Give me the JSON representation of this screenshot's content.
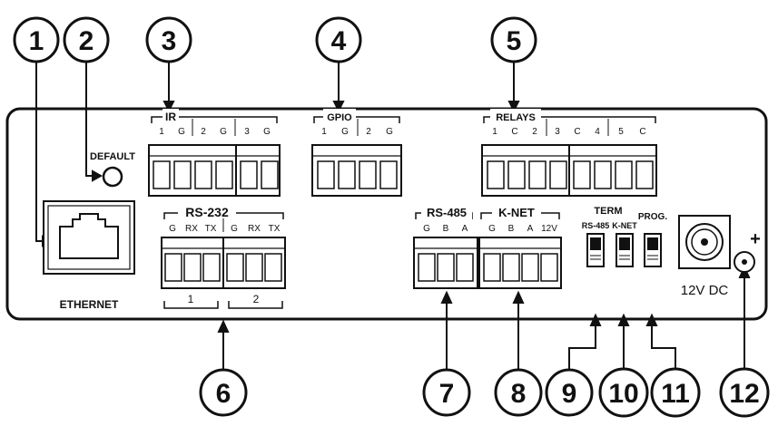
{
  "callouts": [
    "1",
    "2",
    "3",
    "4",
    "5",
    "6",
    "7",
    "8",
    "9",
    "10",
    "11",
    "12"
  ],
  "ir": {
    "title": "IR",
    "pins": [
      "1",
      "G",
      "2",
      "G",
      "3",
      "G"
    ]
  },
  "gpio": {
    "title": "GPIO",
    "pins": [
      "1",
      "G",
      "2",
      "G"
    ]
  },
  "relays": {
    "title": "RELAYS",
    "pins": [
      "1",
      "C",
      "2",
      "3",
      "C",
      "4",
      "5",
      "C"
    ]
  },
  "default_label": "DEFAULT",
  "ethernet_label": "ETHERNET",
  "rs232": {
    "title": "RS-232",
    "pins": [
      "G",
      "RX",
      "TX",
      "G",
      "RX",
      "TX"
    ],
    "ports": [
      "1",
      "2"
    ]
  },
  "rs485": {
    "title": "RS-485",
    "pins": [
      "G",
      "B",
      "A"
    ]
  },
  "knet": {
    "title": "K-NET",
    "pins": [
      "G",
      "B",
      "A",
      "12V"
    ]
  },
  "term": {
    "title": "TERM",
    "sub": [
      "RS-485",
      "K-NET"
    ]
  },
  "prog_label": "PROG.",
  "power_label": "12V DC",
  "plus_sign": "+"
}
